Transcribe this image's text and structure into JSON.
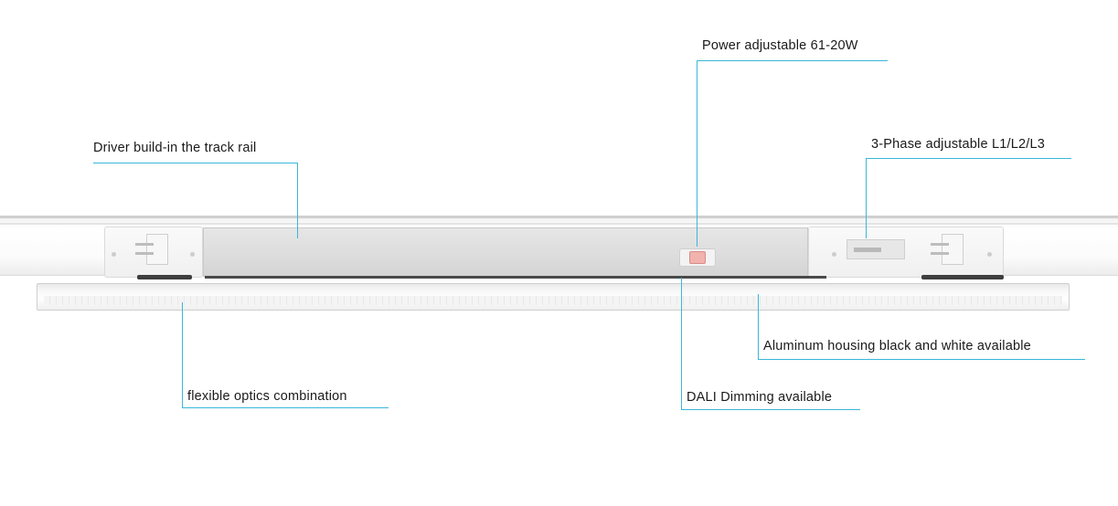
{
  "callouts": {
    "power": "Power adjustable 61-20W",
    "driver": "Driver build-in the track rail",
    "phase": "3-Phase adjustable L1/L2/L3",
    "housing": "Aluminum housing black and white available",
    "optics": "flexible optics combination",
    "dali": "DALI Dimming available"
  },
  "colors": {
    "leader_line": "#39b7d9",
    "text": "#1a1a1a"
  }
}
